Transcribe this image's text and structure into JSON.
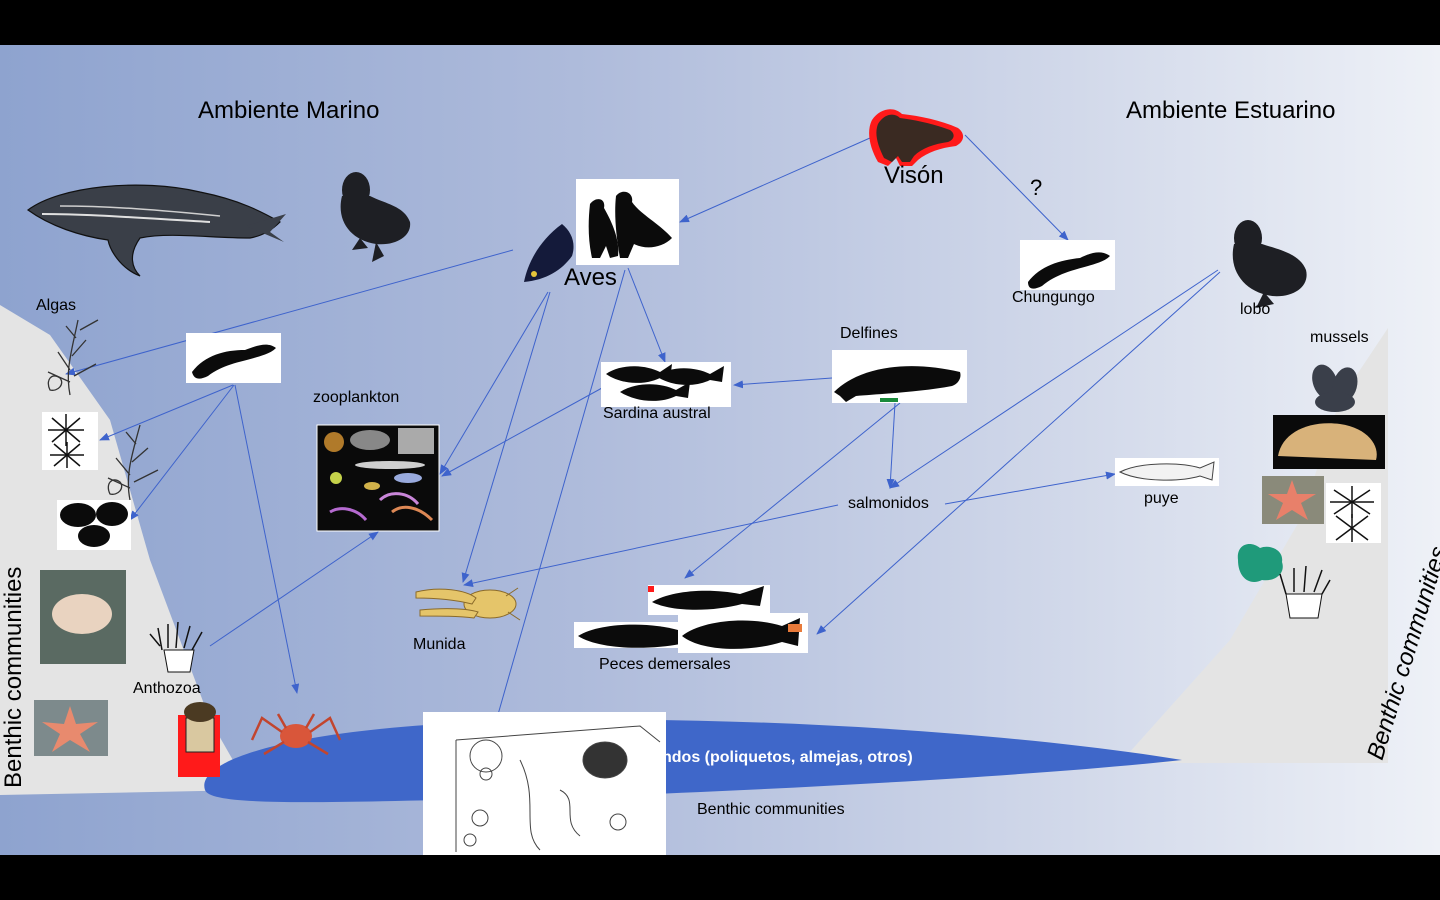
{
  "titles": {
    "marine": "Ambiente Marino",
    "estuarine": "Ambiente Estuarino"
  },
  "nodes": {
    "vison": "Visón",
    "question": "?",
    "aves": "Aves",
    "chungungo": "Chungungo",
    "lobo": "lobo",
    "algas": "Algas",
    "delfines": "Delfines",
    "zooplankton": "zooplankton",
    "sardina": "Sardina austral",
    "salmonidos": "salmonidos",
    "puye": "puye",
    "munida": "Munida",
    "peces_demersales": "Peces demersales",
    "anthozoa": "Anthozoa",
    "mussels": "mussels",
    "benthic_bottom": "Benthic communities",
    "benthic_left": "Benthic communities",
    "benthic_right": "Benthic communities",
    "infauna": "ndos (poliquetos, almejas, otros)"
  },
  "colors": {
    "arrow": "#3e63cc",
    "seafloor": "#3f67c9",
    "slope": "#e4e4e4",
    "silhouette": "#0b0b0b",
    "highlight": "#ff1a1a"
  },
  "icons": [
    "whale-icon",
    "sea-lion-icon",
    "otter-icon",
    "bird-icon",
    "penguin-icon",
    "mink-icon",
    "dolphin-icon",
    "fish-school-icon",
    "shark-icon",
    "seaweed-icon",
    "urchin-icon",
    "starfish-icon",
    "anemone-icon",
    "crab-icon",
    "munida-icon",
    "mussel-icon",
    "clam-icon",
    "coral-icon"
  ]
}
